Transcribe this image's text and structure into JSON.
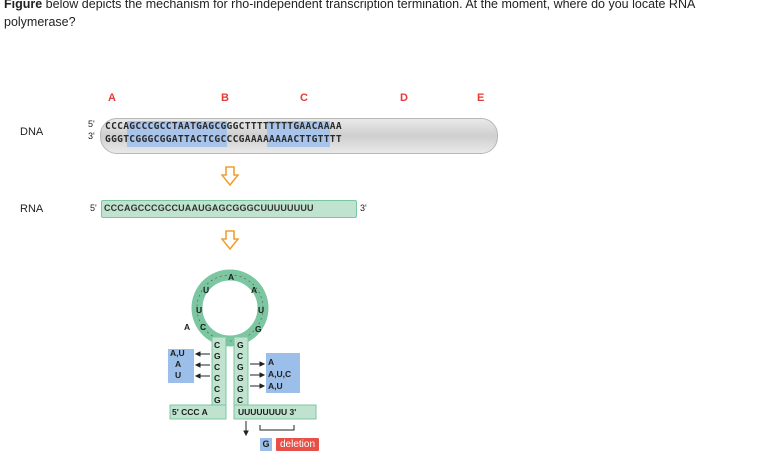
{
  "question": {
    "bold": "Figure",
    "rest": " below depicts the mechanism for rho-independent transcription termination. At the moment, where do you locate RNA polymerase?"
  },
  "lanes": [
    "A",
    "B",
    "C",
    "D",
    "E"
  ],
  "dna": {
    "label": "DNA",
    "five_prime": "5'",
    "three_prime": "3'",
    "top_strand": "CCCAGCCCGCCTAATGAGCGGGCTTTTTTTTGAACAAAA",
    "bottom_strand": "GGGTCGGGCGGATTACTCGCCCGAAAAAAAACTTGTTTT"
  },
  "rna": {
    "label": "RNA",
    "five_prime": "5'",
    "three_prime": "3'",
    "sequence": "CCCAGCCCGCCUAAUGAGCGGGCUUUUUUUU"
  },
  "hairpin": {
    "loop": [
      "U",
      "A",
      "A",
      "U",
      "G",
      "A",
      "C",
      "U"
    ],
    "stem_left": [
      "C",
      "G",
      "C",
      "C",
      "C",
      "G"
    ],
    "stem_right": [
      "G",
      "C",
      "G",
      "G",
      "G",
      "C"
    ],
    "left_tail": "5' CCC A",
    "right_tail": "UUUUUUUU 3'",
    "left_box": [
      "A,U",
      "A",
      "U"
    ],
    "right_box": [
      "A",
      "A,U,C",
      "A,U"
    ],
    "g_label": "G",
    "deletion_label": "deletion"
  },
  "colors": {
    "lane_label": "#e43a3a",
    "blue_highlight": "#a9c4ea",
    "green_highlight": "#bfe3cf",
    "arrow_orange": "#f0a030",
    "deletion_red": "#e65046"
  }
}
